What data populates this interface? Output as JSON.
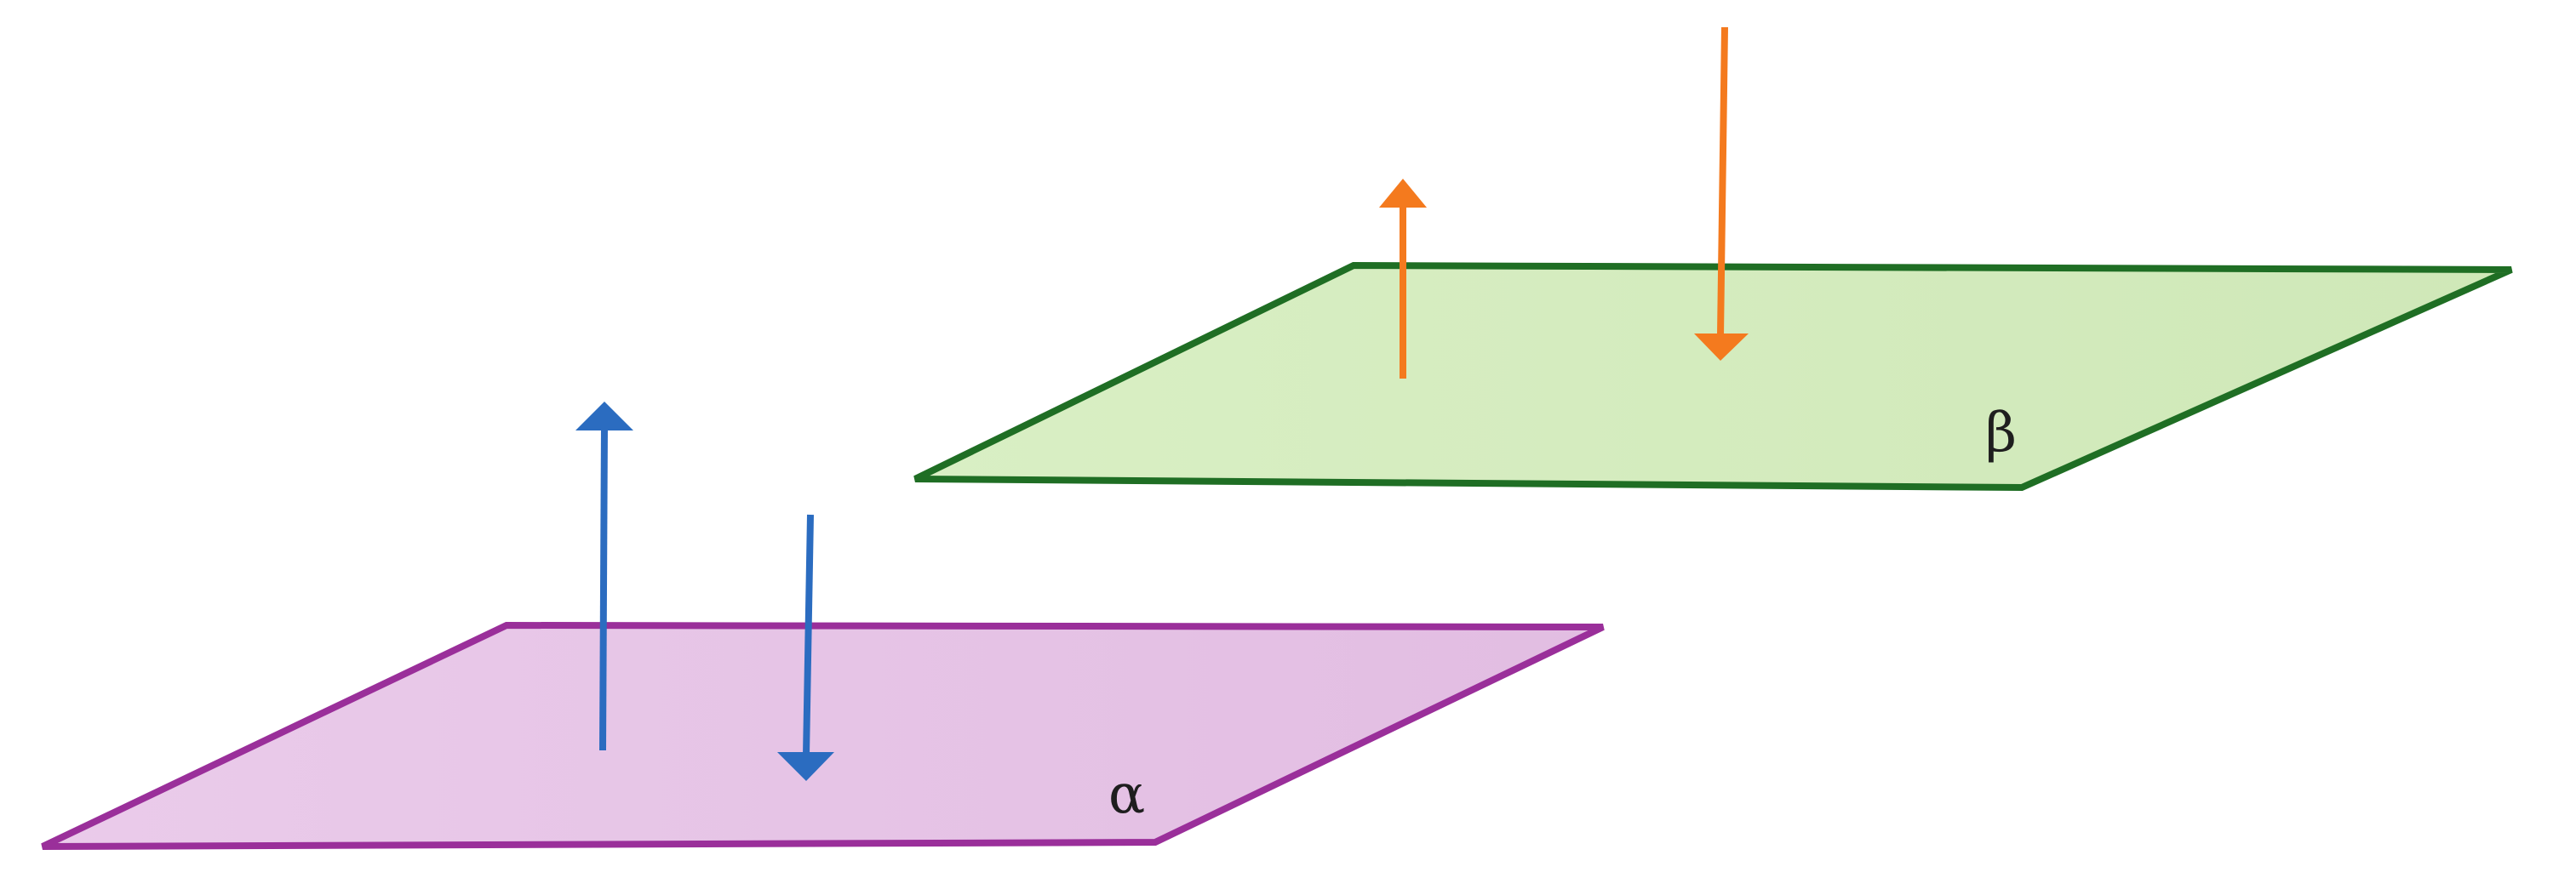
{
  "planes": {
    "alpha": {
      "label": "α",
      "fill_color": "#e6c3e6",
      "edge_color": "#9a2f9a"
    },
    "beta": {
      "label": "β",
      "fill_color": "#d4ecbe",
      "edge_color": "#1f6e24"
    }
  },
  "vectors": {
    "alpha_up": {
      "direction": "up",
      "color": "#2b6cc0"
    },
    "alpha_down": {
      "direction": "down",
      "color": "#2b6cc0"
    },
    "beta_up": {
      "direction": "up",
      "color": "#f47a1e"
    },
    "beta_down": {
      "direction": "down",
      "color": "#f47a1e"
    }
  },
  "background_color": "#ffffff"
}
